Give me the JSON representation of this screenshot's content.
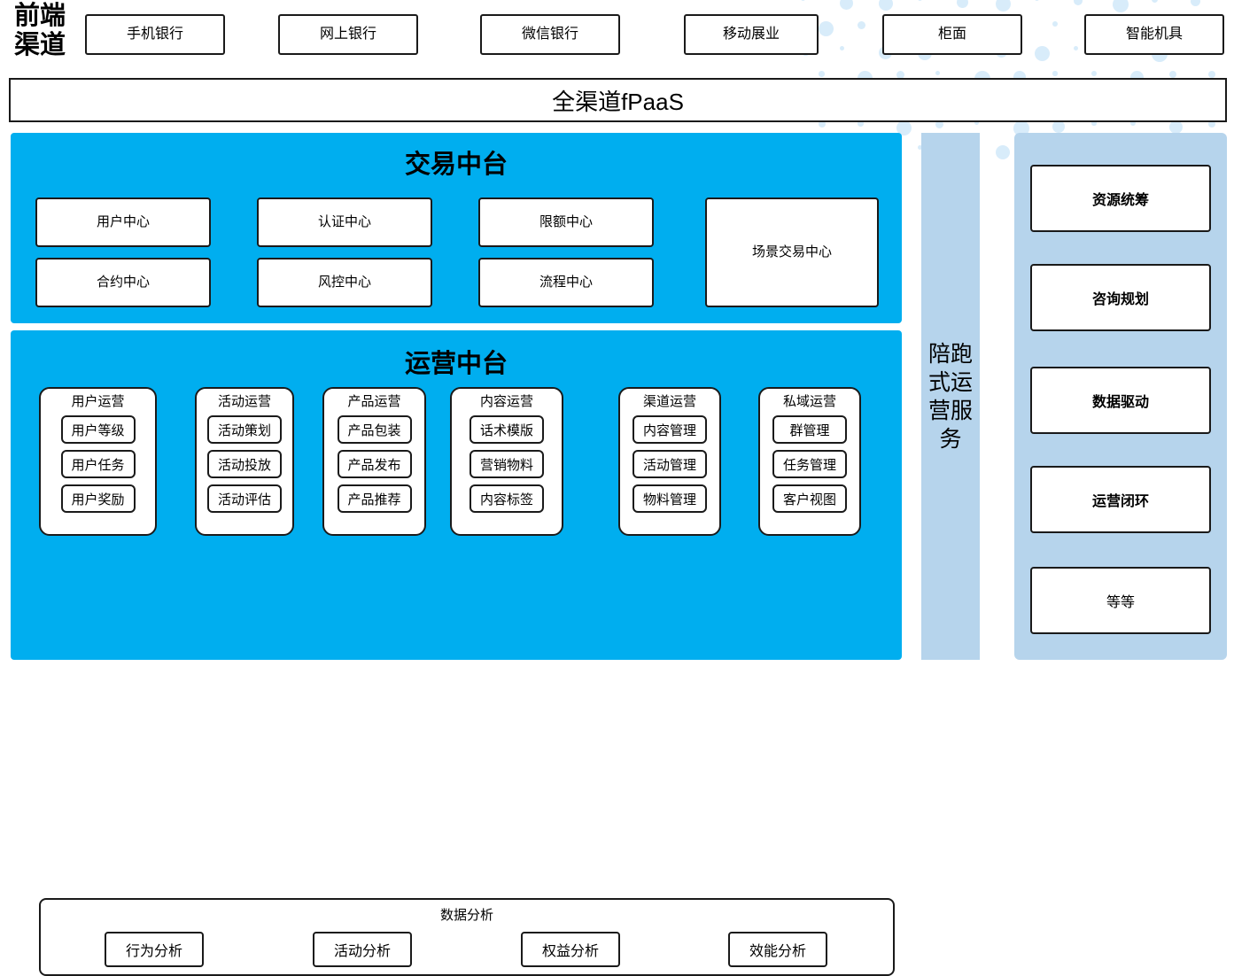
{
  "colors": {
    "panel_blue": "#00AEEF",
    "panel_light_blue": "#b6d4ec",
    "dot_blue": "#d8ecfa",
    "box_border": "#1a1a1a",
    "box_fill": "#ffffff"
  },
  "frontend": {
    "label": "前端渠道",
    "channels": [
      {
        "label": "手机银行"
      },
      {
        "label": "网上银行"
      },
      {
        "label": "微信银行"
      },
      {
        "label": "移动展业"
      },
      {
        "label": "柜面"
      },
      {
        "label": "智能机具"
      }
    ]
  },
  "fpaas": {
    "label": "全渠道fPaaS"
  },
  "trade_center": {
    "title": "交易中台",
    "boxes": [
      {
        "label": "用户中心"
      },
      {
        "label": "认证中心"
      },
      {
        "label": "限额中心"
      },
      {
        "label": "合约中心"
      },
      {
        "label": "风控中心"
      },
      {
        "label": "流程中心"
      },
      {
        "label": "场景交易中心"
      }
    ]
  },
  "ops_center": {
    "title": "运营中台",
    "columns": [
      {
        "title": "用户运营",
        "items": [
          "用户等级",
          "用户任务",
          "用户奖励"
        ]
      },
      {
        "title": "活动运营",
        "items": [
          "活动策划",
          "活动投放",
          "活动评估"
        ]
      },
      {
        "title": "产品运营",
        "items": [
          "产品包装",
          "产品发布",
          "产品推荐"
        ]
      },
      {
        "title": "内容运营",
        "items": [
          "话术模版",
          "营销物料",
          "内容标签"
        ]
      },
      {
        "title": "渠道运营",
        "items": [
          "内容管理",
          "活动管理",
          "物料管理"
        ]
      },
      {
        "title": "私域运营",
        "items": [
          "群管理",
          "任务管理",
          "客户视图"
        ]
      }
    ],
    "data_analysis": {
      "title": "数据分析",
      "items": [
        "行为分析",
        "活动分析",
        "权益分析",
        "效能分析"
      ]
    }
  },
  "service_column": {
    "label": "陪跑式运营服务"
  },
  "service_panel": {
    "items": [
      {
        "label": "资源统筹",
        "bold": true
      },
      {
        "label": "咨询规划",
        "bold": true
      },
      {
        "label": "数据驱动",
        "bold": true
      },
      {
        "label": "运营闭环",
        "bold": true
      },
      {
        "label": "等等",
        "bold": false
      }
    ]
  }
}
